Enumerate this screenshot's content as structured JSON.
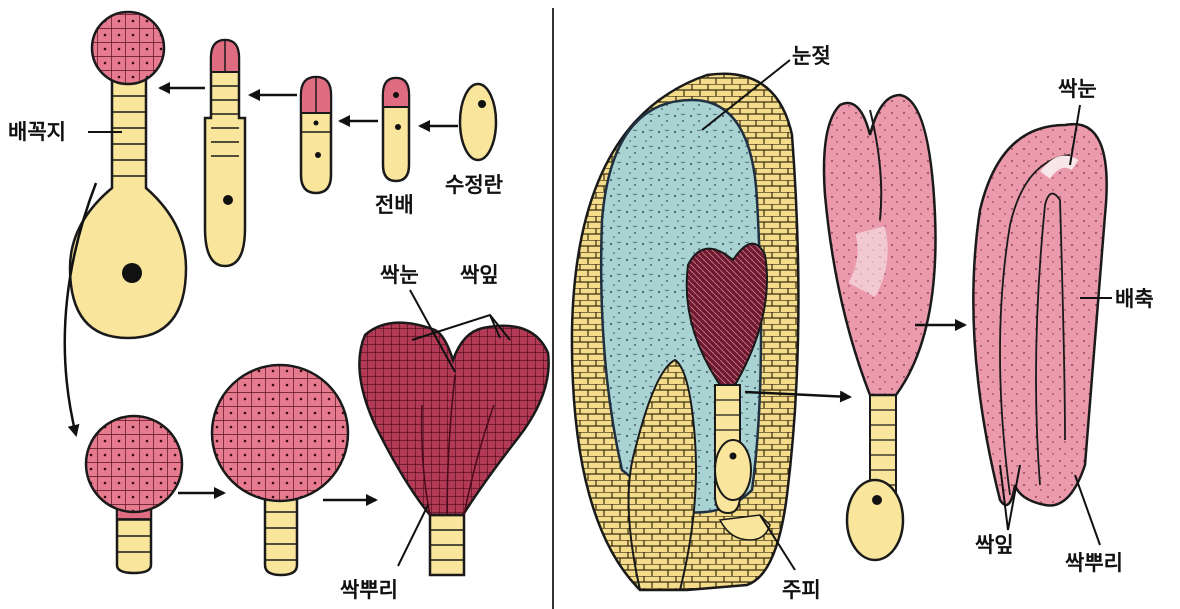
{
  "labels": {
    "suspensor": "배꼭지",
    "proembryo": "전배",
    "zygote": "수정란",
    "plumule_left": "싹눈",
    "cotyledon_left": "싹잎",
    "radicle_left": "싹뿌리",
    "endosperm": "눈젖",
    "integument": "주피",
    "plumule_right": "싹눈",
    "hypocotyl": "배축",
    "cotyledon_right": "싹잎",
    "radicle_right": "싹뿌리"
  },
  "colors": {
    "cell_yellow": "#f9e59c",
    "cell_pink": "#e06c82",
    "embryo_dark": "#7a1830",
    "endosperm_blue": "#a9d2d3",
    "embryo_pale": "#eea2b1",
    "outline": "#1a1a1a"
  }
}
